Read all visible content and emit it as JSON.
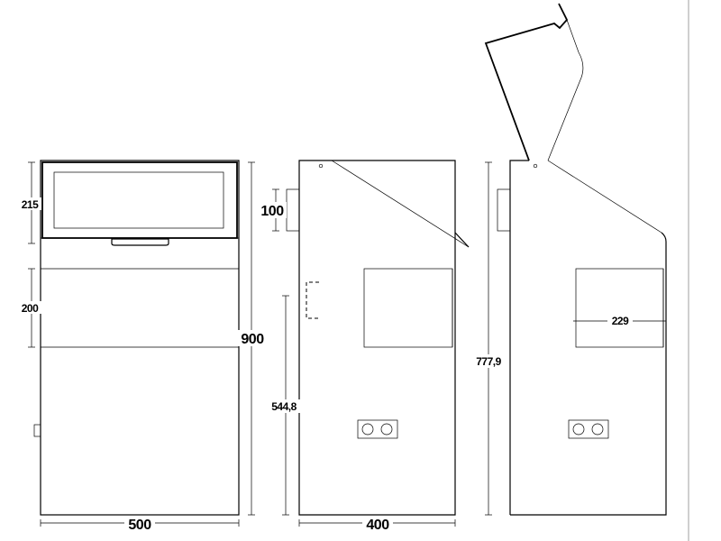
{
  "dimensions": {
    "front_top_height": "215",
    "front_mid_height": "200",
    "front_total_height": "900",
    "front_width": "500",
    "side_top_height": "100",
    "side_lower_height": "544,8",
    "side_width": "400",
    "open_height": "777,9",
    "open_inner_width": "229"
  }
}
